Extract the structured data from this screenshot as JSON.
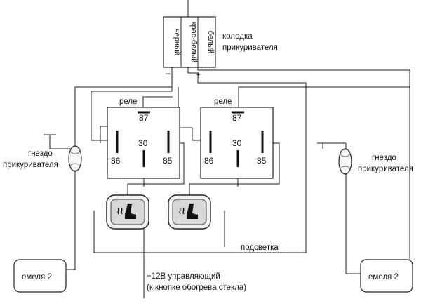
{
  "connector": {
    "label_line1": "колодка",
    "label_line2": "прикуривателя",
    "wire_black": "черный",
    "wire_red_white": "крас-белый",
    "wire_white": "белый",
    "minus": "–",
    "plus": "+"
  },
  "relays": [
    {
      "label": "реле",
      "pin87": "87",
      "pin86": "86",
      "pin30": "30",
      "pin85": "85"
    },
    {
      "label": "реле",
      "pin87": "87",
      "pin86": "86",
      "pin30": "30",
      "pin85": "85"
    }
  ],
  "sockets": [
    {
      "label_line1": "гнездо",
      "label_line2": "прикуривателя"
    },
    {
      "label_line1": "гнездо",
      "label_line2": "прикуривателя"
    }
  ],
  "emelya": [
    {
      "label": "емеля 2"
    },
    {
      "label": "емеля 2"
    }
  ],
  "backlight_label": "подсветка",
  "control": {
    "line1": "+12В управляющий",
    "line2": "(к кнопке обогрева стекла)"
  },
  "icons": {
    "seat_switch": "seat-heater-icon",
    "socket": "cigarette-lighter-plug-icon"
  }
}
